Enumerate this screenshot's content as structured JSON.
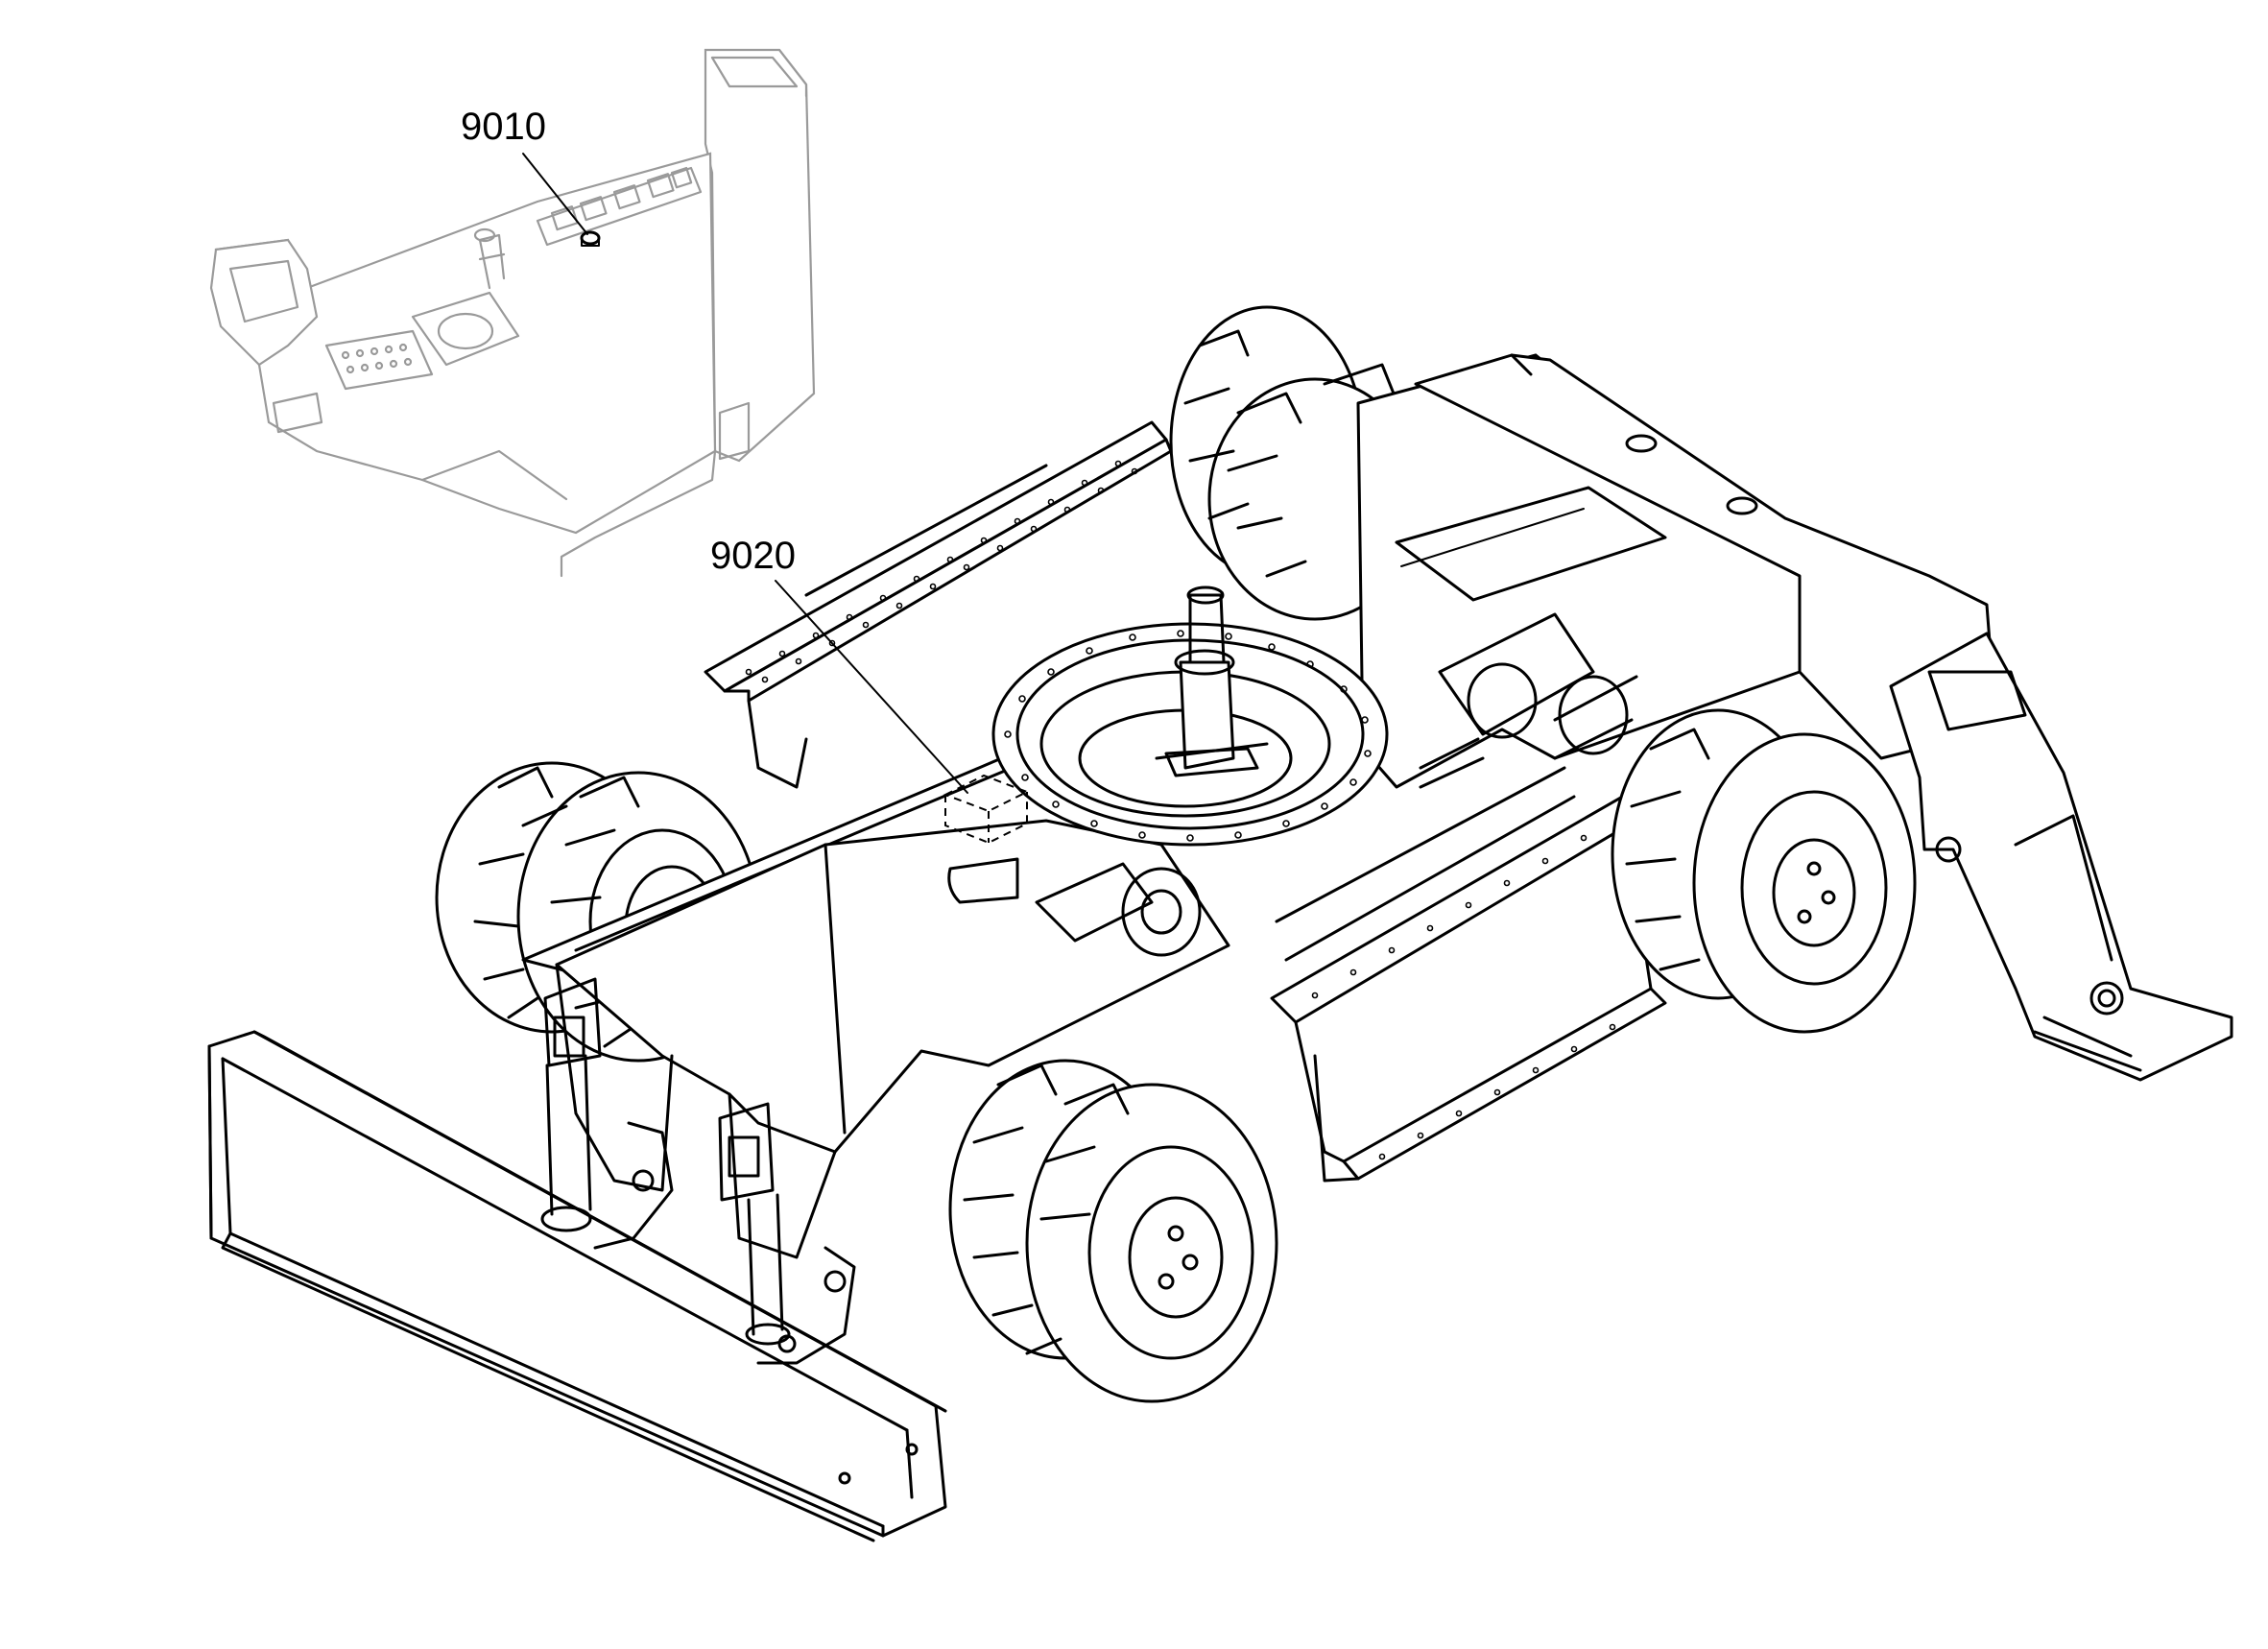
{
  "callouts": [
    {
      "id": "cab",
      "label": "9010"
    },
    {
      "id": "chassis",
      "label": "9020"
    }
  ]
}
